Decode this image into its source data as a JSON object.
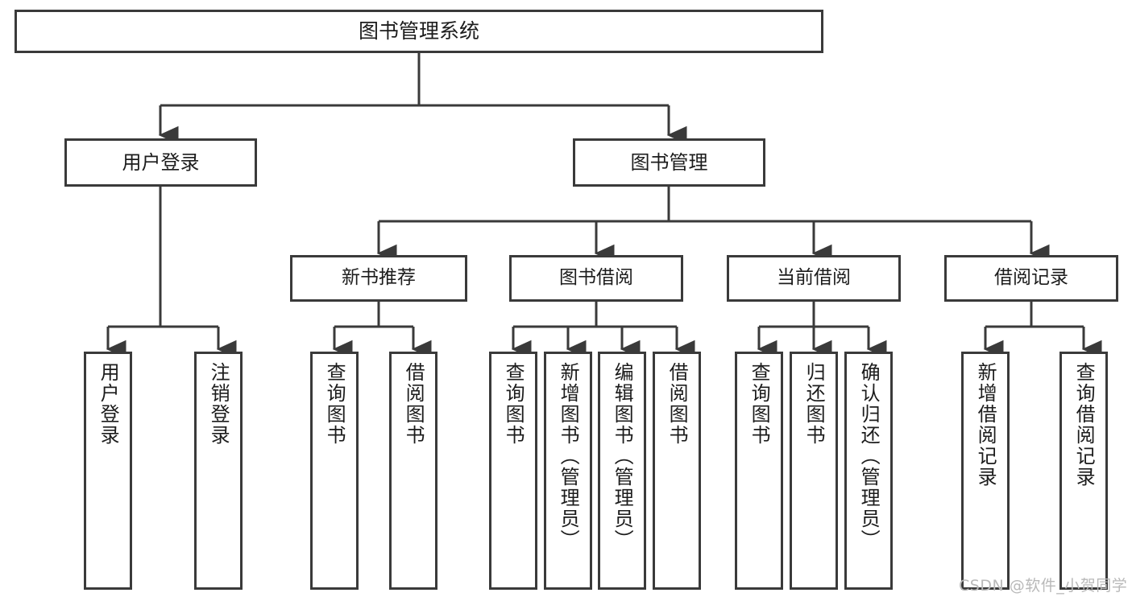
{
  "diagram": {
    "title": "图书管理系统",
    "type": "tree-hierarchy-diagram",
    "watermark": "CSDN @软件_小贺同学",
    "colors": {
      "box_border": "#3a3a3a",
      "box_fill": "#ffffff",
      "connector": "#3a3a3a",
      "text": "#1c1c1c",
      "watermark": "#b9b9b9",
      "background": "#ffffff"
    },
    "root": {
      "label": "图书管理系统"
    },
    "level1": [
      {
        "label": "用户登录"
      },
      {
        "label": "图书管理"
      }
    ],
    "level2": [
      {
        "label": "新书推荐"
      },
      {
        "label": "图书借阅"
      },
      {
        "label": "当前借阅"
      },
      {
        "label": "借阅记录"
      }
    ],
    "leaves": {
      "user_login": [
        {
          "label": "用户登录"
        },
        {
          "label": "注销登录"
        }
      ],
      "new_book_recommend": [
        {
          "label": "查询图书"
        },
        {
          "label": "借阅图书"
        }
      ],
      "book_borrow": [
        {
          "label": "查询图书"
        },
        {
          "label": "新增图书（管理员）"
        },
        {
          "label": "编辑图书（管理员）"
        },
        {
          "label": "借阅图书"
        }
      ],
      "current_borrow": [
        {
          "label": "查询图书"
        },
        {
          "label": "归还图书"
        },
        {
          "label": "确认归还（管理员）"
        }
      ],
      "borrow_record": [
        {
          "label": "新增借阅记录"
        },
        {
          "label": "查询借阅记录"
        }
      ]
    }
  }
}
